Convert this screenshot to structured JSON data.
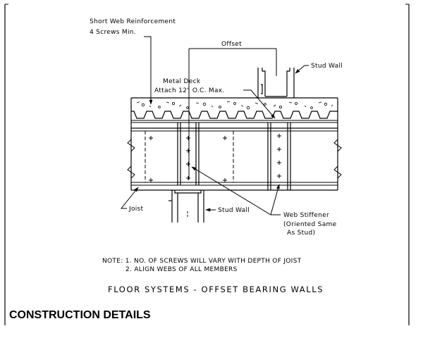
{
  "labels": {
    "short_web_reinforcement": "Short Web Reinforcement",
    "screws_min": "4 Screws Min.",
    "offset": "Offset",
    "stud_wall_top": "Stud Wall",
    "metal_deck": "Metal Deck",
    "attach": "Attach 12\" O.C. Max.",
    "joist": "Joist",
    "stud_wall_bottom": "Stud Wall",
    "web_stiffener": "Web Stiffener",
    "oriented": "(Oriented Same",
    "as_stud": "As Stud)"
  },
  "notes": {
    "line1": "NOTE: 1. NO. OF SCREWS WILL VARY WITH DEPTH OF JOIST",
    "line2": "2. ALIGN WEBS OF ALL MEMBERS"
  },
  "drawing_title": "FLOOR SYSTEMS - OFFSET BEARING WALLS",
  "footer_heading": "CONSTRUCTION DETAILS"
}
